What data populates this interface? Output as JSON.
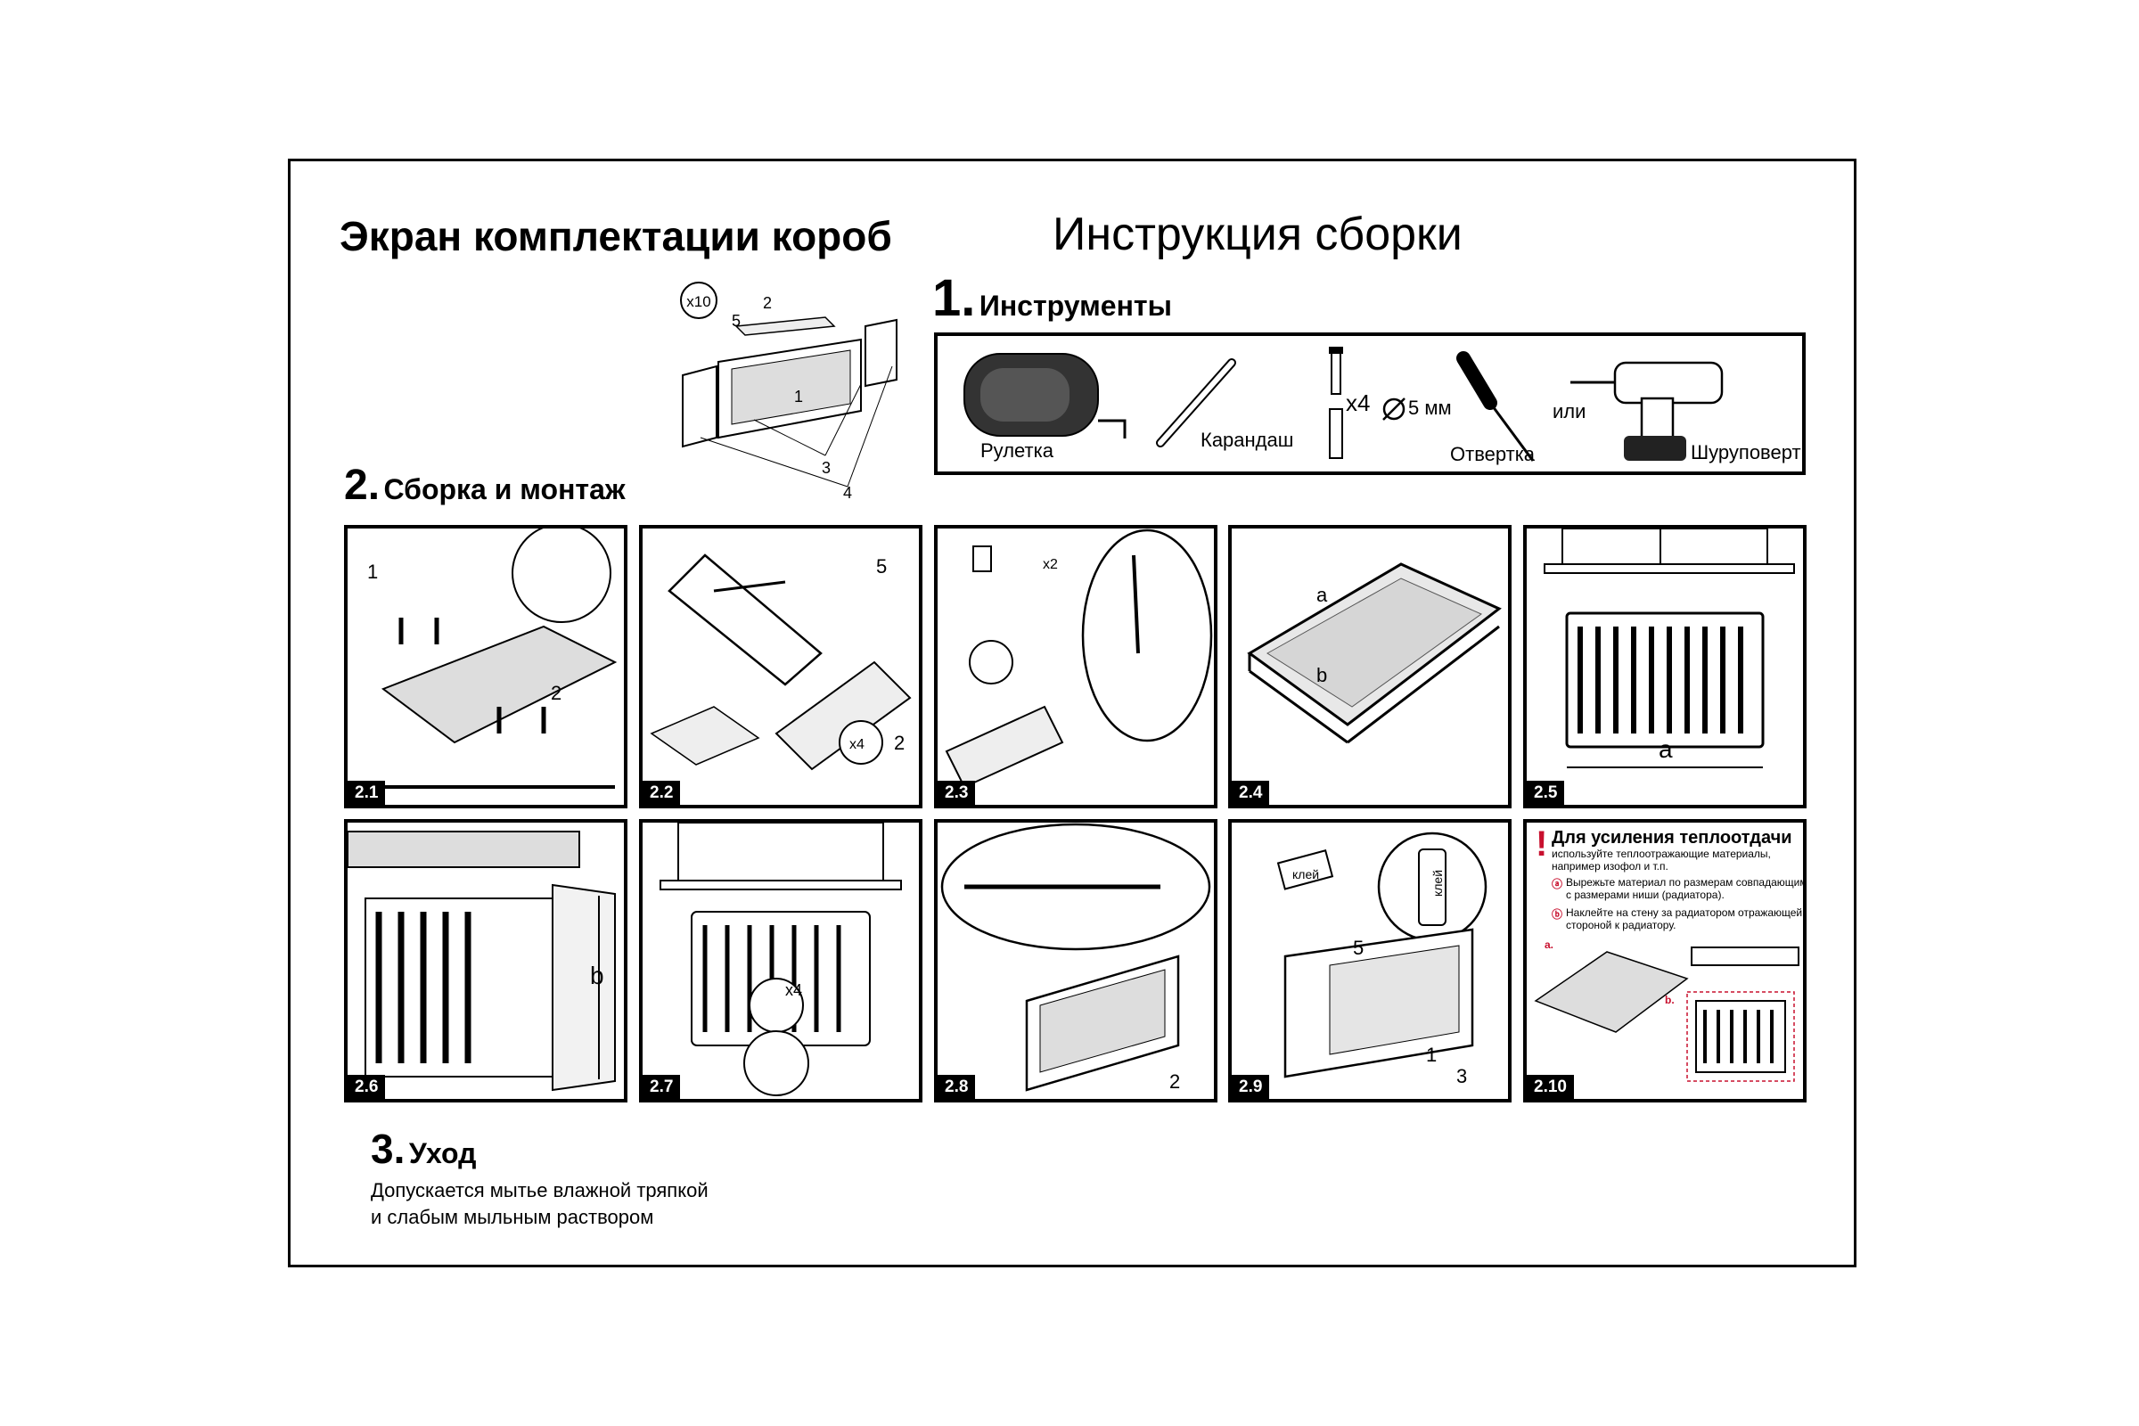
{
  "title": "Экран комплектации короб",
  "subtitle": "Инструкция сборки",
  "exploded": {
    "qty": "x10",
    "labels": [
      "1",
      "2",
      "3",
      "4",
      "5"
    ]
  },
  "section1": {
    "number": "1.",
    "title": "Инструменты",
    "tools": {
      "tape": "Рулетка",
      "pencil": "Карандаш",
      "qty": "x4",
      "diameter": "5 мм",
      "screwdriver": "Отвертка",
      "or": "или",
      "drill": "Шуруповерт"
    }
  },
  "section2": {
    "number": "2.",
    "title": "Сборка и монтаж",
    "steps": [
      "2.1",
      "2.2",
      "2.3",
      "2.4",
      "2.5",
      "2.6",
      "2.7",
      "2.8",
      "2.9",
      "2.10"
    ],
    "callouts": {
      "p21_1": "1",
      "p21_2": "2",
      "p22_5": "5",
      "p22_x4": "x4",
      "p22_2": "2",
      "p23_x2": "x2",
      "p24_a": "a",
      "p24_b": "b",
      "p25_a": "a",
      "p26_b": "b",
      "p27_x4": "x4",
      "p28_2": "2",
      "p29_glue": "клей",
      "p29_glue2": "клей",
      "p29_5": "5",
      "p29_1": "1",
      "p29_3": "3"
    },
    "note": {
      "heading": "Для усиления теплоотдачи",
      "sub1": "используйте теплоотражающие материалы,",
      "sub2": "например изофол и т.п.",
      "a1": "Вырежьте материал по размерам совпадающим",
      "a2": "с размерами ниши (радиатора).",
      "b1": "Наклейте на стену за радиатором отражающей",
      "b2": "стороной к радиатору.",
      "mark_a": "a.",
      "mark_b": "b."
    }
  },
  "section3": {
    "number": "3.",
    "title": "Уход",
    "line1": "Допускается мытье влажной тряпкой",
    "line2": "и слабым мыльным раствором"
  },
  "colors": {
    "accent": "#c8102e",
    "ink": "#000000"
  }
}
